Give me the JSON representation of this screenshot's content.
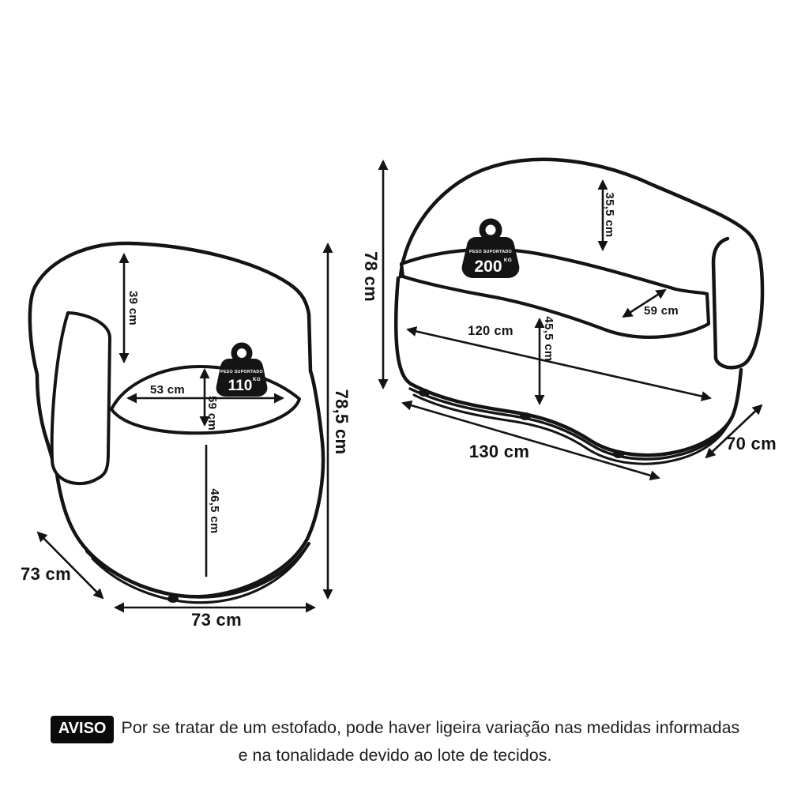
{
  "canvas": {
    "background": "#ffffff",
    "ink": "#141414"
  },
  "chair": {
    "weight_badge": {
      "label": "PESO SUPORTADO",
      "value": "110",
      "unit": "KG"
    },
    "dims": {
      "back_height": "39 cm",
      "seat_width": "53 cm",
      "seat_depth": "59 cm",
      "seat_floor_height": "46,5 cm",
      "total_height": "78,5 cm",
      "total_depth": "73 cm",
      "total_width": "73 cm"
    }
  },
  "sofa": {
    "weight_badge": {
      "label": "PESO SUPORTADO",
      "value": "200",
      "unit": "KG"
    },
    "dims": {
      "back_height": "35,5 cm",
      "total_height": "78 cm",
      "seat_depth": "59 cm",
      "inner_width": "120 cm",
      "seat_floor_height": "45,5 cm",
      "total_width": "130 cm",
      "total_depth": "70 cm"
    }
  },
  "footer": {
    "badge": "AVISO",
    "line1": "Por se tratar de um estofado, pode haver ligeira variação nas medidas informadas",
    "line2": "e na tonalidade devido ao lote de tecidos."
  }
}
